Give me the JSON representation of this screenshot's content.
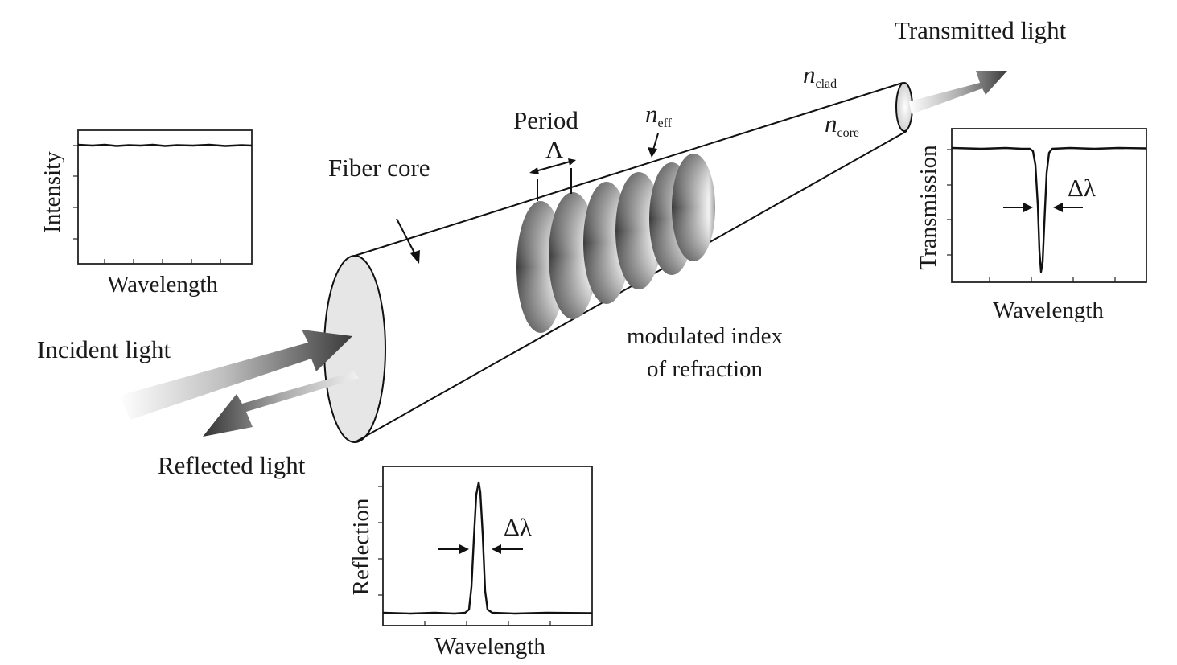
{
  "labels": {
    "transmitted_light": "Transmitted light",
    "incident_light": "Incident light",
    "reflected_light": "Reflected light",
    "fiber_core": "Fiber core",
    "period": "Period",
    "period_symbol": "Λ",
    "n_symbol": "n",
    "n_clad_sub": "clad",
    "n_core_sub": "core",
    "n_eff_sub": "eff",
    "modulated_line1": "modulated index",
    "modulated_line2": "of refraction"
  },
  "plots": {
    "input": {
      "ylabel": "Intensity",
      "xlabel": "Wavelength"
    },
    "transmission": {
      "ylabel": "Transmission",
      "xlabel": "Wavelength",
      "bandwidth_label": "Δλ"
    },
    "reflection": {
      "ylabel": "Reflection",
      "xlabel": "Wavelength",
      "bandwidth_label": "Δλ"
    }
  },
  "colors": {
    "ink": "#111111",
    "end_face": "#e6e6e6"
  }
}
